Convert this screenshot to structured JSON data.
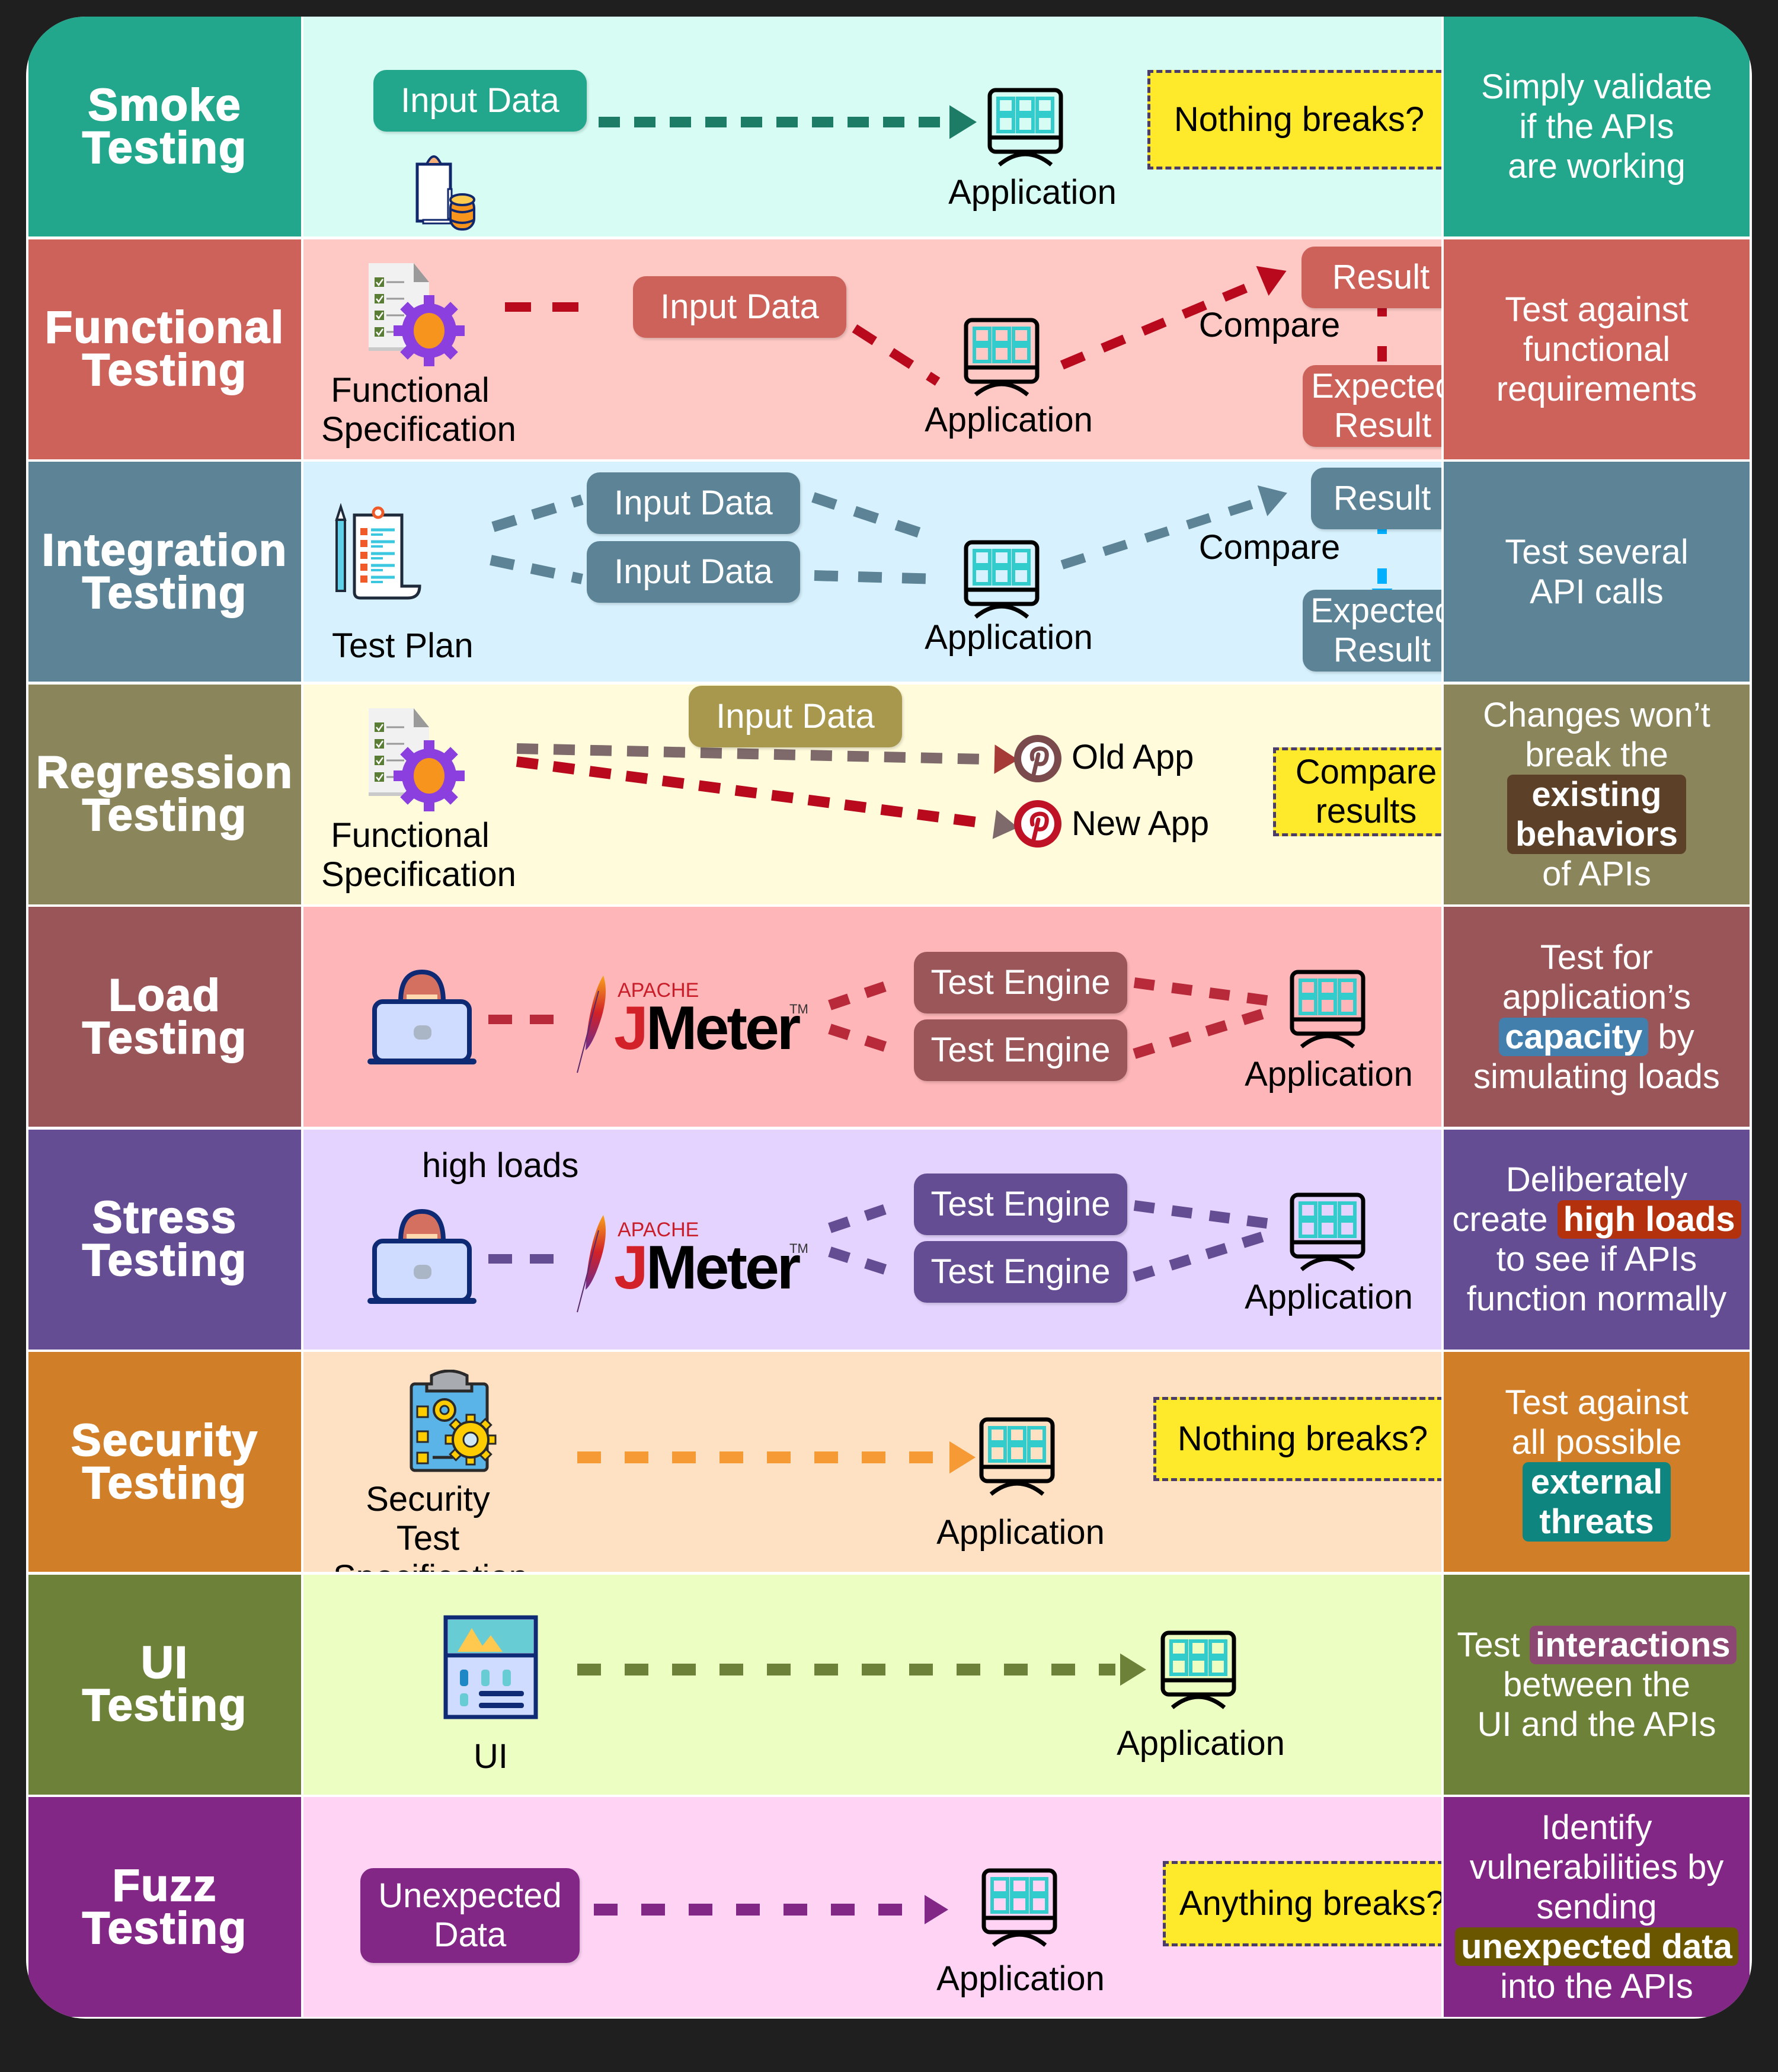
{
  "rows": [
    {
      "id": "smoke",
      "title": "Smoke\nTesting",
      "colors": {
        "header": "#22a78c",
        "panel": "#d6fcf3",
        "accent": "#1d7c66",
        "desc_bg": "#22a78c"
      },
      "nodes": {
        "input": "Input Data",
        "app": "Application",
        "note": "Nothing breaks?"
      },
      "description": [
        "Simply validate",
        "if the APIs",
        "are working"
      ]
    },
    {
      "id": "functional",
      "title": "Functional\nTesting",
      "colors": {
        "header": "#cc625a",
        "panel": "#fec9c5",
        "accent": "#b8091d",
        "desc_bg": "#cc625a"
      },
      "nodes": {
        "spec": "Functional\nSpecification",
        "input": "Input Data",
        "app": "Application",
        "compare": "Compare",
        "result": "Result",
        "expected": "Expected\nResult"
      },
      "description": [
        "Test against",
        "functional",
        "requirements"
      ]
    },
    {
      "id": "integration",
      "title": "Integration\nTesting",
      "colors": {
        "header": "#5d8396",
        "panel": "#d7f2fe",
        "accent": "#5d8396",
        "compare_arrow": "#00b0ff",
        "desc_bg": "#5d8396"
      },
      "nodes": {
        "plan": "Test Plan",
        "input1": "Input Data",
        "input2": "Input Data",
        "app": "Application",
        "compare": "Compare",
        "result": "Result",
        "expected": "Expected\nResult"
      },
      "description": [
        "Test several",
        "API calls"
      ]
    },
    {
      "id": "regression",
      "title": "Regression\nTesting",
      "colors": {
        "header": "#8b855c",
        "panel": "#fffbdb",
        "input_bg": "#a7984d",
        "old_line": "#7e6a6a",
        "new_line": "#b8091d",
        "desc_bg": "#8b855c",
        "highlight": "#5c4028"
      },
      "nodes": {
        "spec": "Functional\nSpecification",
        "input": "Input Data",
        "old_app": "Old App",
        "new_app": "New App",
        "note": "Compare\nresults"
      },
      "description": [
        "Changes won’t",
        "break the"
      ],
      "description_highlight": [
        "existing",
        "behaviors"
      ],
      "description_tail": [
        "of APIs"
      ]
    },
    {
      "id": "load",
      "title": "Load\nTesting",
      "colors": {
        "header": "#995558",
        "panel": "#ffb6b8",
        "accent": "#b82a3a",
        "engine_bg": "#9a5658",
        "desc_bg": "#995558",
        "highlight": "#427fad"
      },
      "nodes": {
        "tool_top": "APACHE",
        "tool": "JMeter",
        "tm": "TM",
        "engine1": "Test Engine",
        "engine2": "Test Engine",
        "app": "Application"
      },
      "description_pre": [
        "Test for",
        "application’s"
      ],
      "description_highlight": "capacity",
      "description_after_highlight": "by",
      "description_tail": [
        "simulating loads"
      ]
    },
    {
      "id": "stress",
      "title": "Stress\nTesting",
      "colors": {
        "header": "#654d93",
        "panel": "#e3d3fe",
        "accent": "#654d93",
        "engine_bg": "#654d93",
        "desc_bg": "#654d93",
        "highlight": "#b3310d"
      },
      "nodes": {
        "annotation": "high loads",
        "tool_top": "APACHE",
        "tool": "JMeter",
        "tm": "TM",
        "engine1": "Test Engine",
        "engine2": "Test Engine",
        "app": "Application"
      },
      "description_pre": [
        "Deliberately"
      ],
      "description_before_highlight": "create",
      "description_highlight": "high loads",
      "description_tail": [
        "to see if APIs",
        "function normally"
      ]
    },
    {
      "id": "security",
      "title": "Security\nTesting",
      "colors": {
        "header": "#d07f28",
        "panel": "#fee0c2",
        "accent": "#f59a35",
        "desc_bg": "#d07f28",
        "highlight": "#0e867f"
      },
      "nodes": {
        "spec": "Security Test\nSpecification",
        "app": "Application",
        "note": "Nothing breaks?"
      },
      "description": [
        "Test against",
        "all possible"
      ],
      "description_highlight": [
        "external",
        "threats"
      ]
    },
    {
      "id": "ui",
      "title": "UI\nTesting",
      "colors": {
        "header": "#6e8138",
        "panel": "#ecfec2",
        "accent": "#6e8138",
        "desc_bg": "#6e8138",
        "highlight": "#8c4772"
      },
      "nodes": {
        "ui": "UI",
        "app": "Application"
      },
      "description_before_highlight": "Test",
      "description_highlight": "interactions",
      "description_tail": [
        "between the",
        "UI and the APIs"
      ]
    },
    {
      "id": "fuzz",
      "title": "Fuzz\nTesting",
      "colors": {
        "header": "#822786",
        "panel": "#fed3f4",
        "accent": "#822786",
        "desc_bg": "#822786",
        "highlight": "#6b5600"
      },
      "nodes": {
        "input": "Unexpected\nData",
        "app": "Application",
        "note": "Anything breaks?"
      },
      "description": [
        "Identify",
        "vulnerabilities by",
        "sending"
      ],
      "description_highlight": "unexpected data",
      "description_tail": [
        "into the APIs"
      ]
    }
  ]
}
